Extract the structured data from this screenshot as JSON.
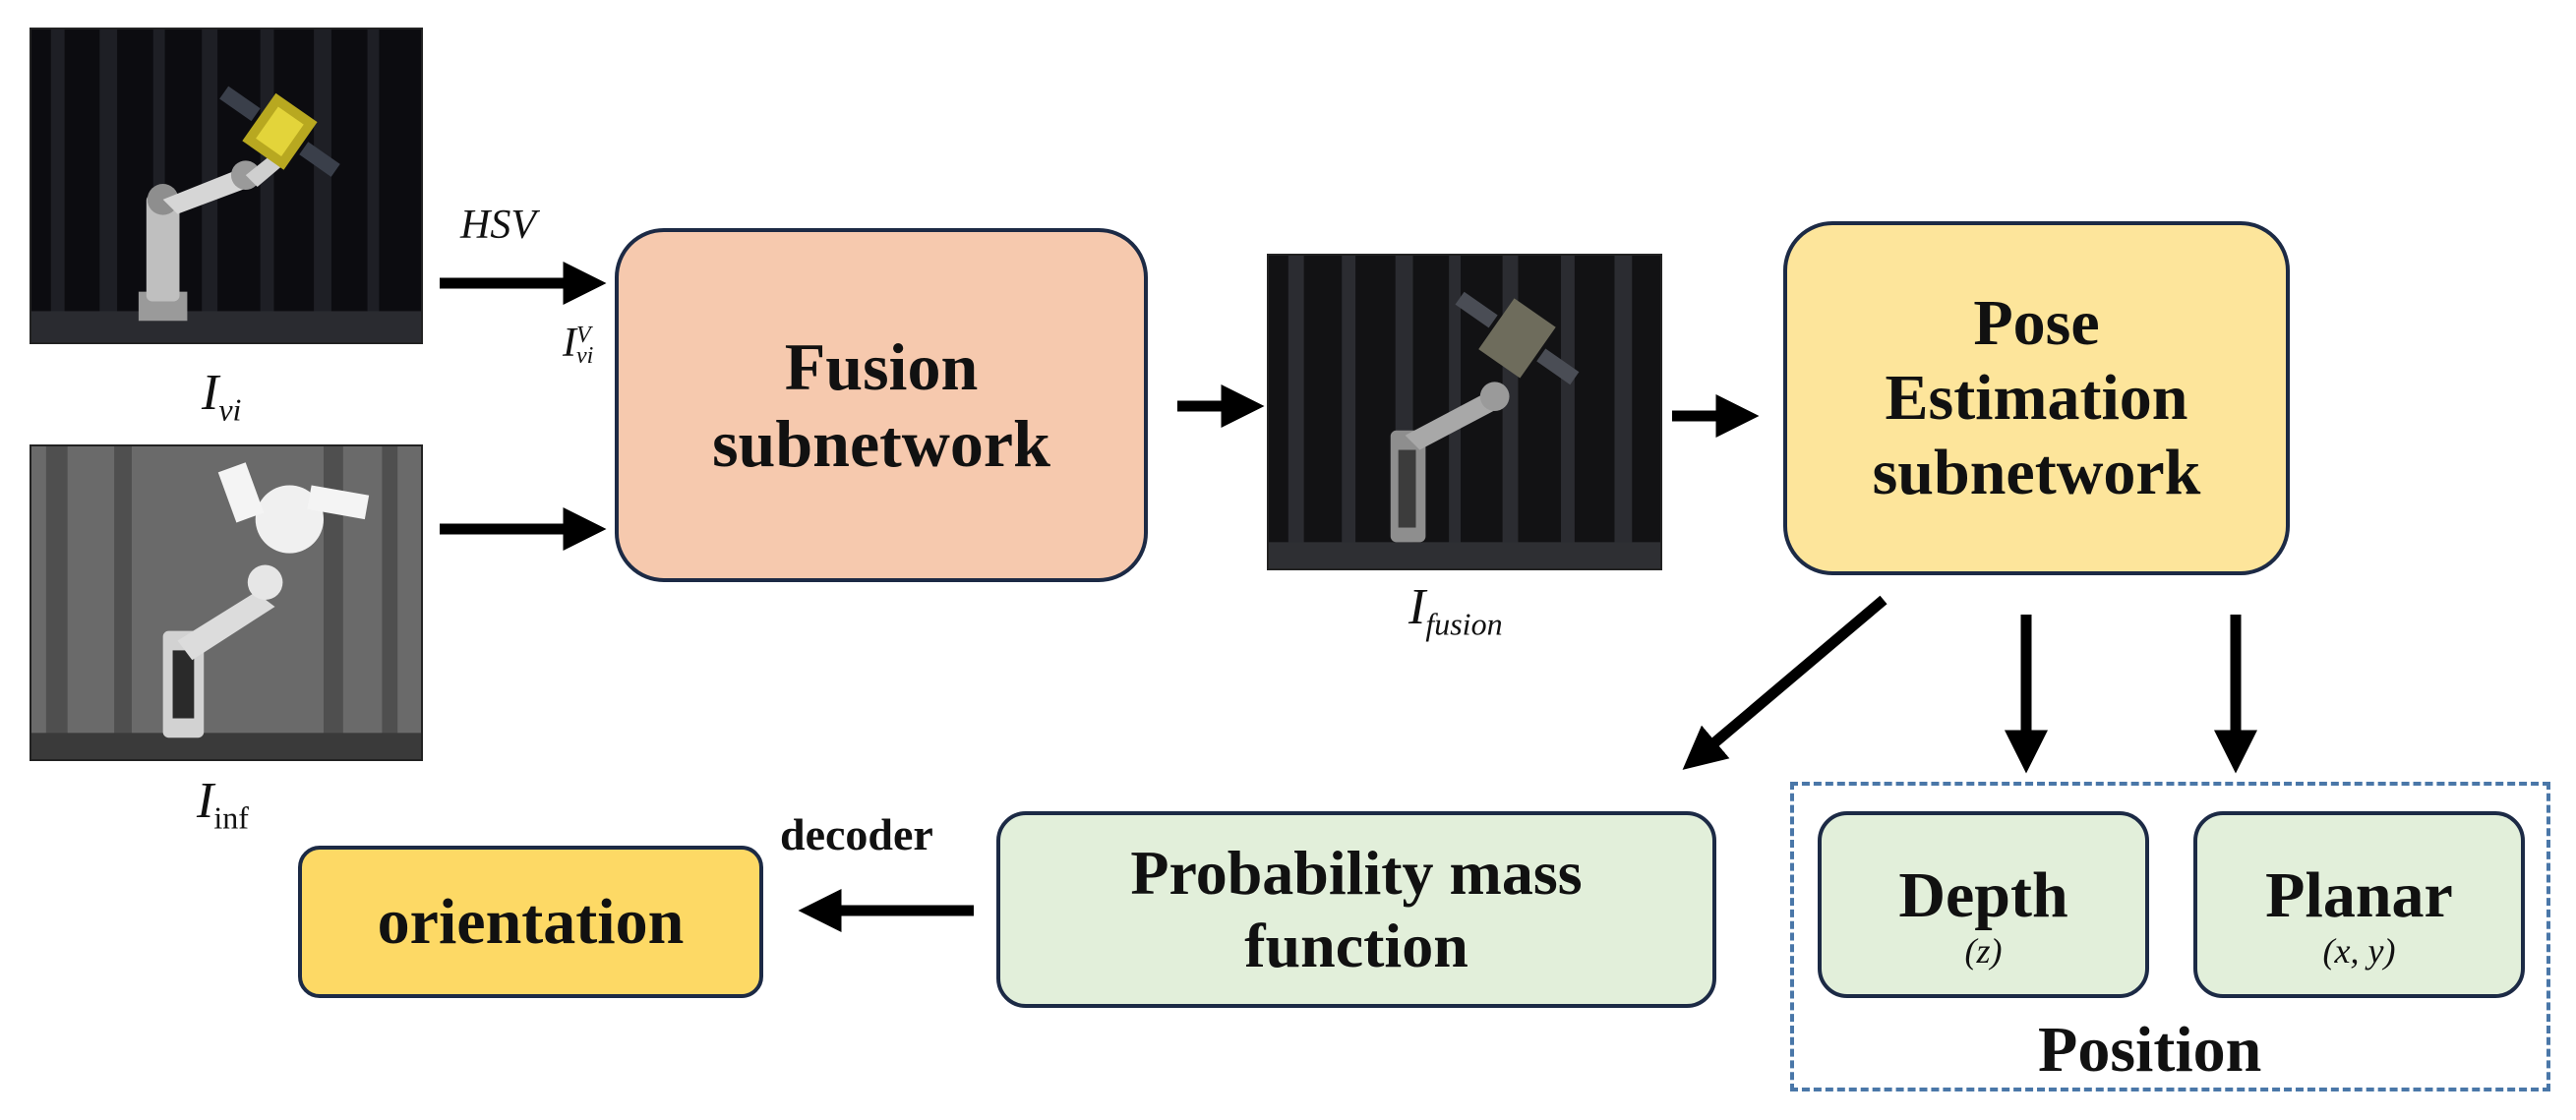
{
  "colors": {
    "fusion_box": "#f6c9ae",
    "pose_box": "#fde59b",
    "pmf_box": "#e2efda",
    "position_item_box": "#e2efda",
    "orientation_box": "#fdd965",
    "box_border": "#1c2a45",
    "position_group_border": "#4a77a8"
  },
  "inputs": {
    "visible_label": {
      "base": "I",
      "sub": "vi"
    },
    "infrared_label": {
      "base": "I",
      "sub": "inf"
    },
    "hsv_label": "HSV",
    "v_channel_label": {
      "base": "I",
      "sub": "vi",
      "sup": "V"
    }
  },
  "fusion": {
    "line1": "Fusion",
    "line2": "subnetwork"
  },
  "fused_image": {
    "label": {
      "base": "I",
      "sub": "fusion"
    }
  },
  "pose": {
    "line1": "Pose",
    "line2": "Estimation",
    "line3": "subnetwork"
  },
  "pmf": {
    "line1": "Probability mass",
    "line2": "function"
  },
  "decoder_label": "decoder",
  "orientation": {
    "label": "orientation"
  },
  "position": {
    "title": "Position",
    "depth": {
      "label": "Depth",
      "var": "(z)"
    },
    "planar": {
      "label": "Planar",
      "var": "(x, y)"
    }
  },
  "icons": [
    "robot-arm-satellite-visible-image",
    "robot-arm-satellite-infrared-image",
    "robot-arm-satellite-fused-image"
  ]
}
